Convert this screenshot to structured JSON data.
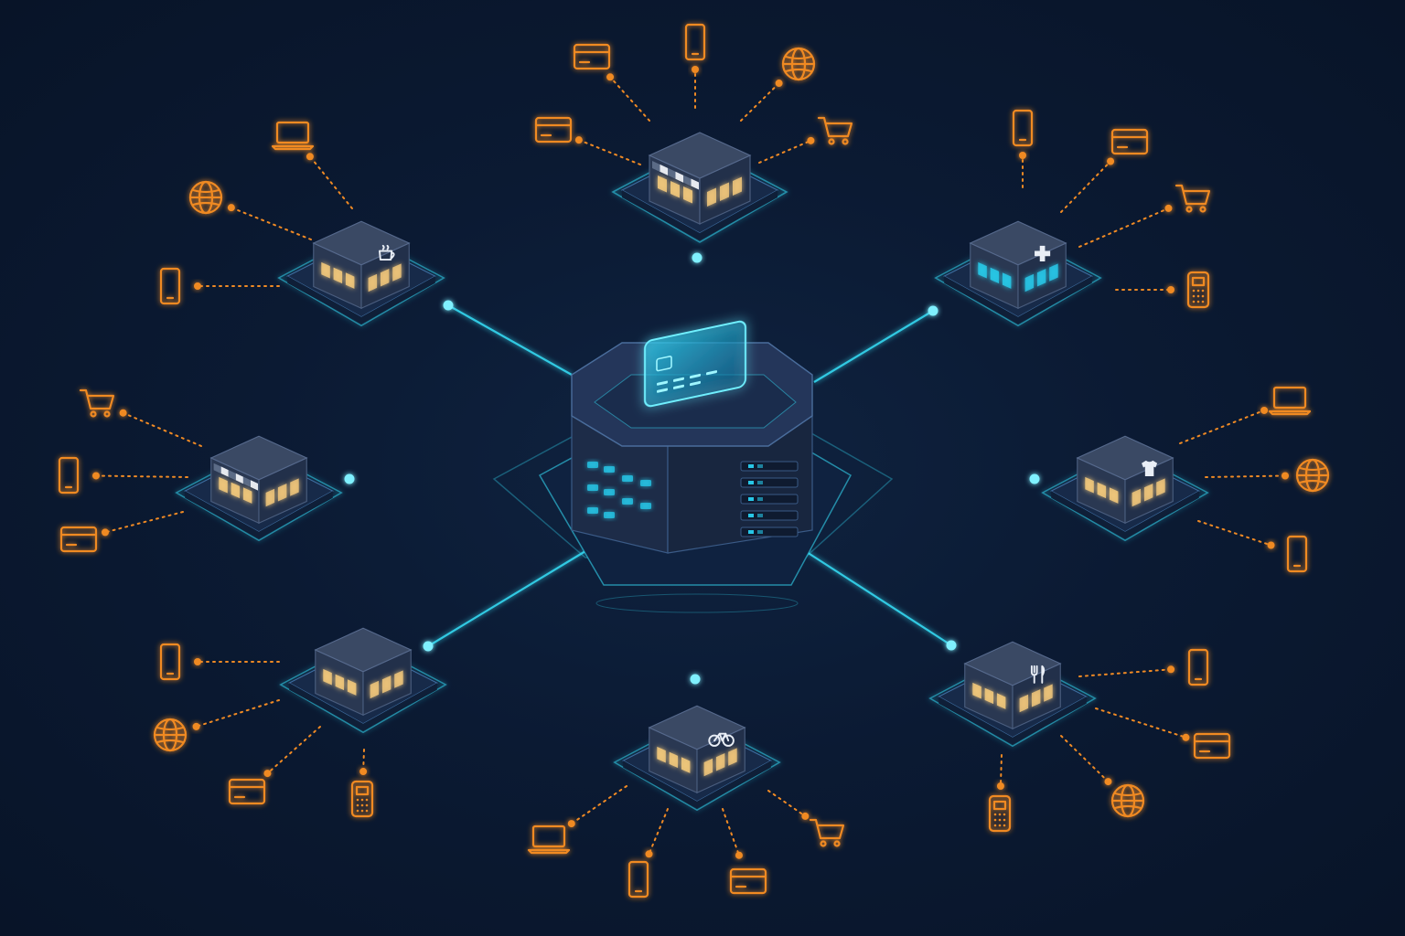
{
  "colors": {
    "background": "#0b1a33",
    "link_cyan": "#33d6f0",
    "device_orange": "#f08a24",
    "building_body": "#2a3852",
    "building_roof": "#3a4964",
    "window_warm": "#f0c67a",
    "window_cyan": "#27c6e6",
    "platform": "#172a49"
  },
  "hub": {
    "name": "payment-hub",
    "icon": "credit-card-icon",
    "base": "server-rack"
  },
  "stores": [
    {
      "name": "store-top",
      "icon": "storefront-awning-icon",
      "devices": [
        "credit-card-icon",
        "mobile-phone-icon",
        "globe-icon",
        "credit-card-icon",
        "shopping-cart-icon"
      ]
    },
    {
      "name": "store-upper-left",
      "icon": "coffee-cup-icon",
      "devices": [
        "laptop-icon",
        "globe-icon",
        "mobile-phone-icon"
      ]
    },
    {
      "name": "store-upper-right",
      "icon": "pharmacy-cross-icon",
      "devices": [
        "mobile-phone-icon",
        "credit-card-icon",
        "shopping-cart-icon",
        "card-terminal-icon"
      ]
    },
    {
      "name": "store-left",
      "icon": "storefront-awning-icon",
      "devices": [
        "shopping-cart-icon",
        "mobile-phone-icon",
        "credit-card-icon"
      ]
    },
    {
      "name": "store-right",
      "icon": "clothing-shirt-icon",
      "devices": [
        "laptop-icon",
        "globe-icon",
        "mobile-phone-icon"
      ]
    },
    {
      "name": "store-lower-left",
      "icon": "shop-building-icon",
      "devices": [
        "mobile-phone-icon",
        "globe-icon",
        "credit-card-icon",
        "card-terminal-icon"
      ]
    },
    {
      "name": "store-bottom",
      "icon": "bicycle-icon",
      "devices": [
        "laptop-icon",
        "mobile-phone-icon",
        "credit-card-icon",
        "shopping-cart-icon"
      ]
    },
    {
      "name": "store-lower-right",
      "icon": "restaurant-fork-knife-icon",
      "devices": [
        "mobile-phone-icon",
        "credit-card-icon",
        "globe-icon",
        "card-terminal-icon"
      ]
    }
  ]
}
